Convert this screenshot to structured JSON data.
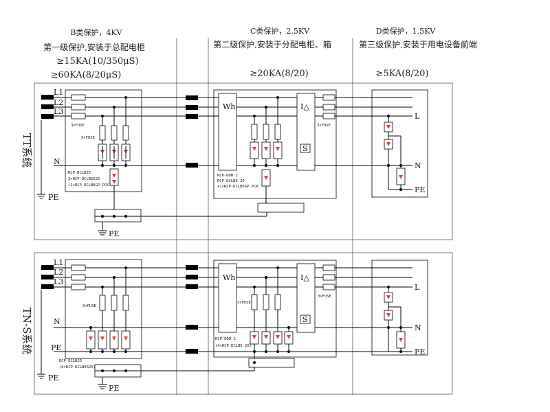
{
  "header": {
    "B": {
      "title": "B类保护，4KV",
      "desc": "第一级保护,安装于总配电柜",
      "rating1": "≥15KA(10/350μS)",
      "rating2": "≥60KA(8/20μS)"
    },
    "C": {
      "title": "C类保护，2.5KV",
      "desc": "第二级保护,安装于分配电柜、箱",
      "rating": "≥20KA(8/20)"
    },
    "D": {
      "title": "D类保护，1.5KV",
      "desc": "第三级保护,安装于用电设备前端",
      "rating": "≥5KA(8/20)"
    }
  },
  "systems": {
    "tt": {
      "label": "TT系统",
      "lines": [
        "L1",
        "L2",
        "L3",
        "N",
        "PE"
      ],
      "ground_label": "PE",
      "b_fuse": "3×FUSE",
      "b_fuse2": "3×FUSE",
      "b_notes": [
        "RCP-DCLB25",
        "3×RCP-DCLB5625",
        "+1×RCP-DCLB6GP PCK"
      ],
      "c_wh": "Wh",
      "c_notes": [
        "RCP-DDH 2",
        "RCP-DCLB6 20",
        "+1×RCP-DCLB6GP PCK"
      ],
      "c_fuse": "3×FUSE",
      "c_rcd": "I△",
      "c_s": "S",
      "d_labels": [
        "L",
        "N",
        "PE"
      ]
    },
    "tns": {
      "label": "TN-S系统",
      "lines": [
        "L1",
        "L2",
        "L3",
        "N",
        "PE"
      ],
      "ground_label": "PE",
      "b_fuse": "3×FUSE",
      "b_notes": [
        "RCP-DCLB25",
        "(6×RCP-DCLB5625)"
      ],
      "c_wh": "Wh",
      "c_notes": [
        "RCP-DDH 2",
        "(4×RCP-DCLB5 20)"
      ],
      "c_fuse": "3×FUSE",
      "c_fuse2": "3×FUSE",
      "c_rcd": "I△",
      "c_s": "S",
      "d_labels": [
        "L",
        "N",
        "PE"
      ]
    }
  }
}
